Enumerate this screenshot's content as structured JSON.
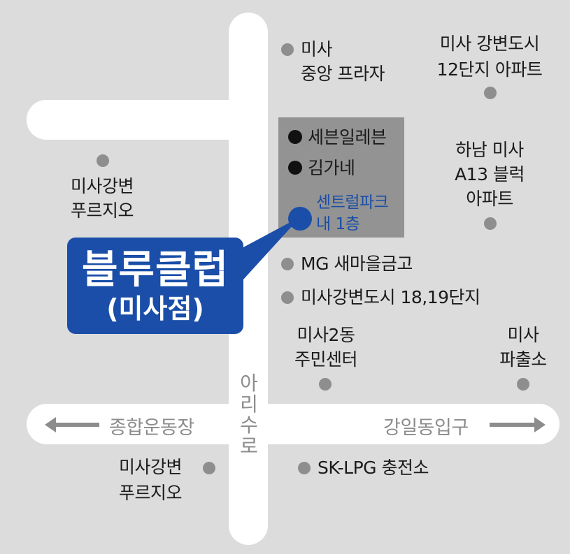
{
  "store": {
    "name": "블루클럽",
    "branch": "(미사점)",
    "building": "센트럴파크",
    "floor": "내 1층"
  },
  "block_tenants": [
    "세븐일레븐",
    "김가네"
  ],
  "landmarks": {
    "misa_plaza_1": "미사",
    "misa_plaza_2": "중앙 프라자",
    "apt12_1": "미사 강변도시",
    "apt12_2": "12단지 아파트",
    "hanam_1": "하남 미사",
    "hanam_2": "A13 블럭",
    "hanam_3": "아파트",
    "prugio_top_1": "미사강변",
    "prugio_top_2": "푸르지오",
    "mg": "MG 새마을금고",
    "gangbyeon_1819": "미사강변도시 18,19단지",
    "center_1": "미사2동",
    "center_2": "주민센터",
    "police_1": "미사",
    "police_2": "파출소",
    "prugio_bottom_1": "미사강변",
    "prugio_bottom_2": "푸르지오",
    "sk_lpg": "SK-LPG 충전소"
  },
  "roads": {
    "west": "종합운동장",
    "east": "강일동입구",
    "vertical": [
      "아",
      "리",
      "수",
      "로"
    ]
  },
  "colors": {
    "accent": "#1a4ea8",
    "road": "#ffffff",
    "background": "#dcdcdd",
    "block": "#939393"
  }
}
